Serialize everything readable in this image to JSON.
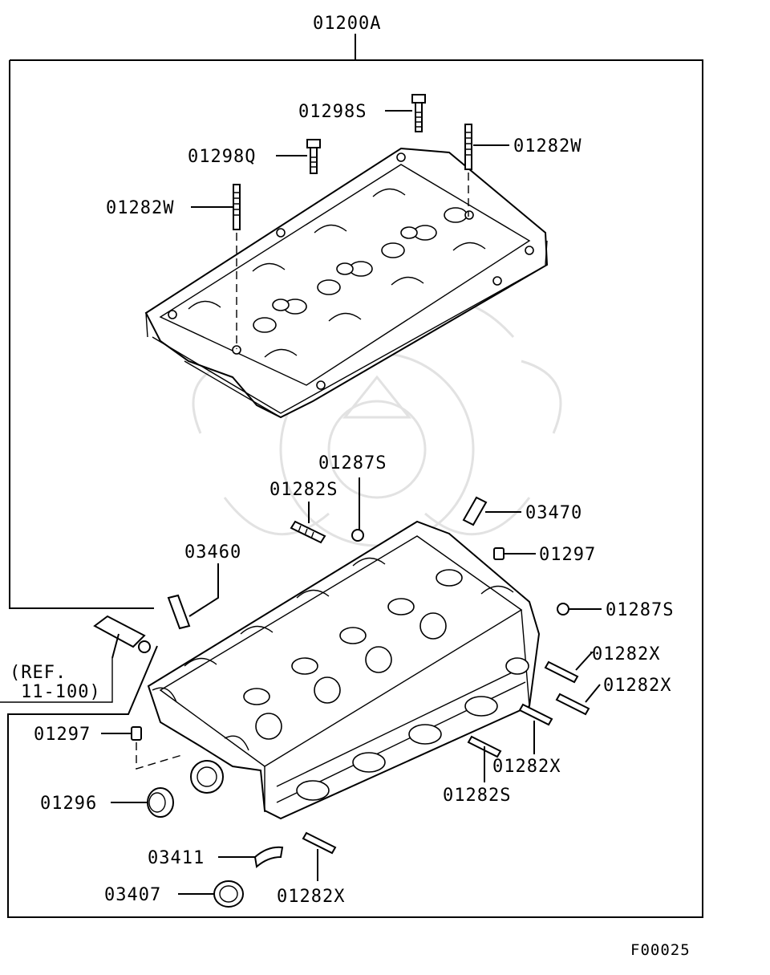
{
  "diagram": {
    "assembly_label": "01200A",
    "figure_code": "F00025",
    "reference_note": {
      "line1": "(REF.",
      "line2": "11-100)"
    },
    "callouts": {
      "bolt_top": "01298S",
      "bolt_left": "01298Q",
      "stud_upper_right": "01282W",
      "stud_upper_left": "01282W",
      "plug_upper": "01287S",
      "stud_mid": "01282S",
      "guide_right": "03470",
      "pin_right": "01297",
      "guide_left": "03460",
      "plug_right": "01287S",
      "stud_r1": "01282X",
      "stud_r2": "01282X",
      "stud_r3": "01282X",
      "stud_bottom_mid": "01282S",
      "pin_left": "01297",
      "seal_left": "01296",
      "cap_small": "03411",
      "seal_bottom": "03407",
      "stud_bottom": "01282X"
    }
  }
}
